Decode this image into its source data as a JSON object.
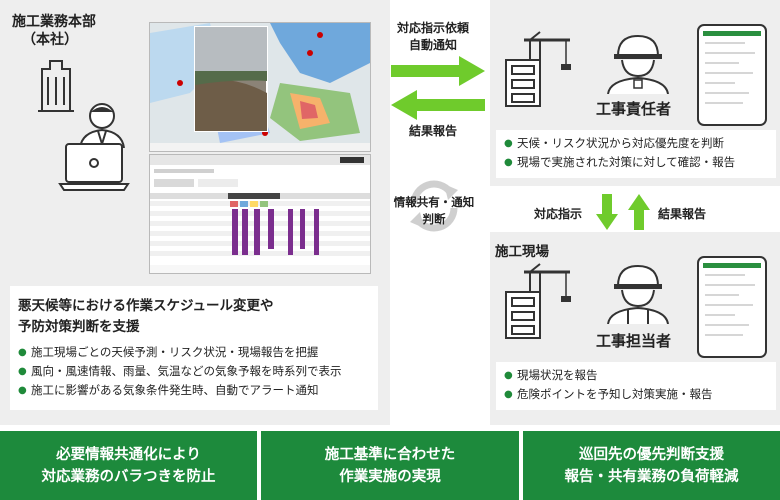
{
  "hq": {
    "title_line1": "施工業務本部",
    "title_line2": "（本社）",
    "feature_title_line1": "悪天候等における作業スケジュール変更や",
    "feature_title_line2": "予防対策判断を支援",
    "bullets": [
      "施工現場ごとの天候予測・リスク状況・現場報告を把握",
      "風向・風速情報、雨量、気温などの気象予報を時系列で表示",
      "施工に影響がある気象条件発生時、自動でアラート通知"
    ]
  },
  "center": {
    "top_arrow_label_line1": "対応指示依頼",
    "top_arrow_label_line2": "自動通知",
    "bottom_arrow_label": "結果報告",
    "cycle_label_line1": "情報共有・通知",
    "cycle_label_line2": "判断"
  },
  "manager": {
    "title": "工事責任者",
    "bullets": [
      "天候・リスク状況から対応優先度を判断",
      "現場で実施された対策に対して確認・報告"
    ]
  },
  "vertical": {
    "down_label": "対応指示",
    "up_label": "結果報告"
  },
  "site": {
    "heading": "施工現場",
    "title": "工事担当者",
    "bullets": [
      "現場状況を報告",
      "危険ポイントを予知し対策実施・報告"
    ]
  },
  "banners": [
    {
      "line1": "必要情報共通化により",
      "line2": "対応業務のバラつきを防止"
    },
    {
      "line1": "施工基準に合わせた",
      "line2": "作業実施の実現"
    },
    {
      "line1": "巡回先の優先判断支援",
      "line2": "報告・共有業務の負荷軽減"
    }
  ],
  "colors": {
    "green_dark": "#1d8a3c",
    "arrow_green": "#6fcb2c",
    "panel_gray": "#eeeeee"
  },
  "icons": [
    "building-icon",
    "office-worker-icon",
    "laptop-icon",
    "crane-icon",
    "construction-worker-icon",
    "tablet-icon",
    "cycle-arrows-icon"
  ]
}
